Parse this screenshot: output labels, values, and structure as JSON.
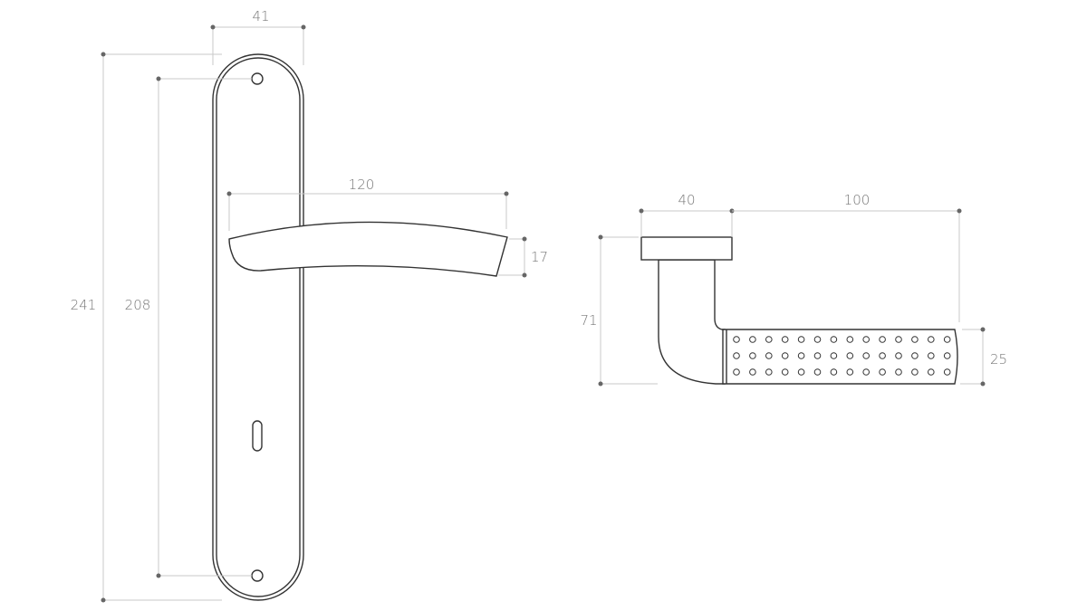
{
  "dimensions": {
    "plate_width": "41",
    "plate_height_total": "241",
    "hole_spacing": "208",
    "lever_length": "120",
    "lever_thickness": "17",
    "rose_diameter": "40",
    "lever_projection": "100",
    "side_height": "71",
    "grip_height": "25"
  },
  "colors": {
    "line": "#333333",
    "dimension": "#c8c8c8",
    "text": "#777777"
  }
}
